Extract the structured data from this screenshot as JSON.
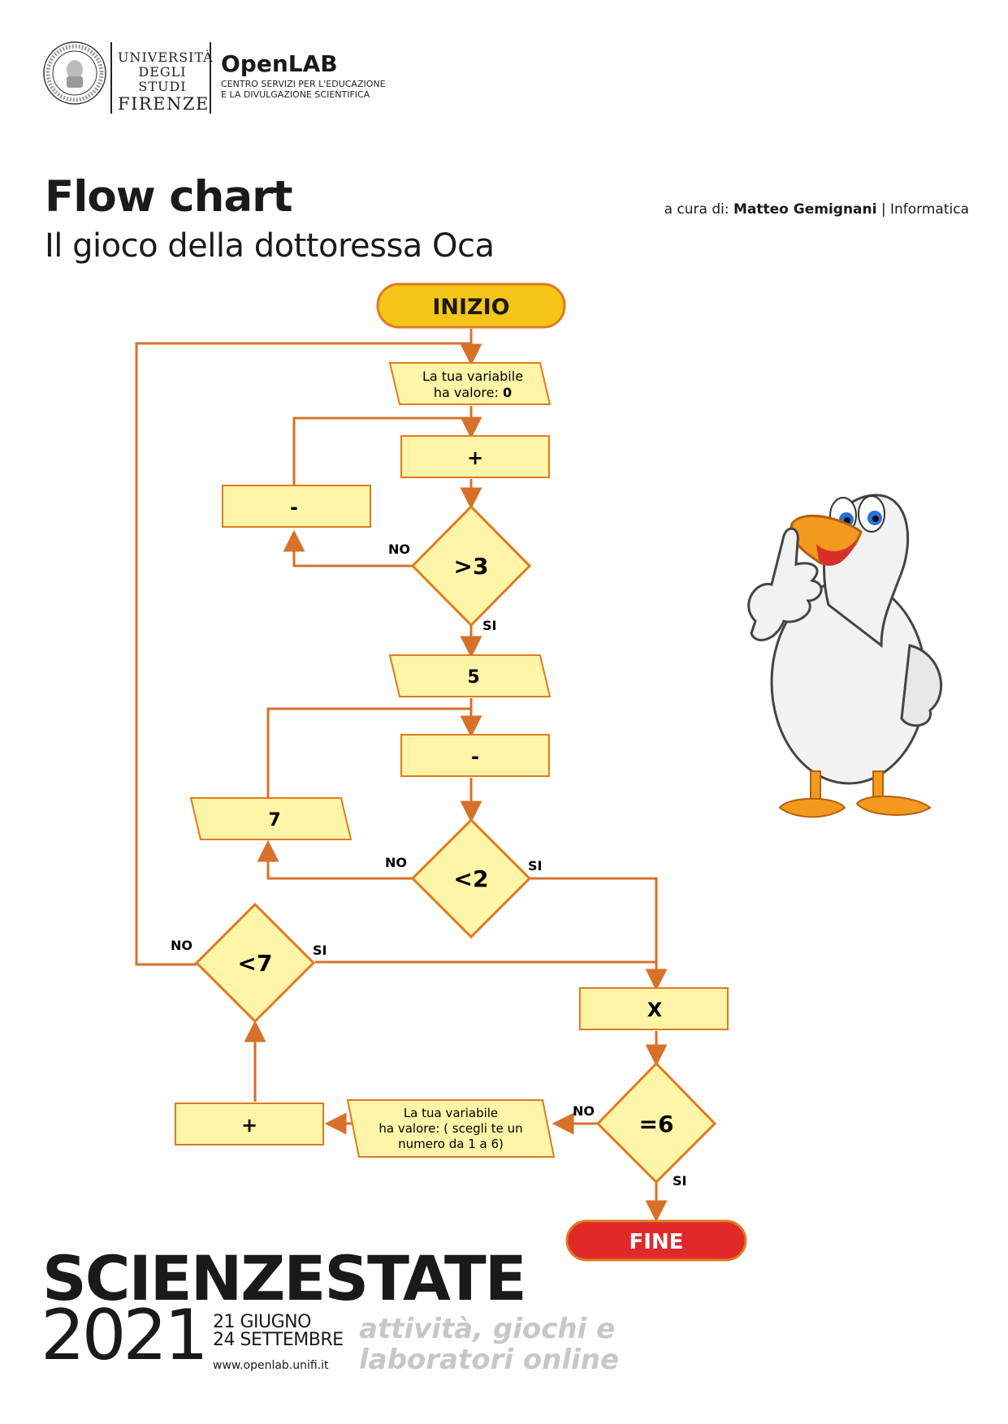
{
  "header": {
    "university": [
      "UNIVERSITÀ",
      "DEGLI STUDI",
      "FIRENZE"
    ],
    "openlab_title": "OpenLAB",
    "openlab_sub1": "CENTRO SERVIZI PER L'EDUCAZIONE",
    "openlab_sub2": "E LA DIVULGAZIONE SCIENTIFICA"
  },
  "title": "Flow chart",
  "subtitle": "Il gioco della dottoressa Oca",
  "credit": {
    "prefix": "a cura di:",
    "author": "Matteo Gemignani",
    "separator": "|",
    "field": "Informatica"
  },
  "flow": {
    "start": "INIZIO",
    "input1_line1": "La tua variabile",
    "input1_line2": "ha valore:",
    "input1_value": "0",
    "plus1": "+",
    "minus1": "-",
    "dec1": ">3",
    "no1": "NO",
    "si1": "SI",
    "val5": "5",
    "minus2": "-",
    "val7": "7",
    "dec2": "<2",
    "no2": "NO",
    "si2": "SI",
    "dec3": "<7",
    "no3": "NO",
    "si3": "SI",
    "times": "X",
    "dec4": "=6",
    "no4": "NO",
    "si4": "SI",
    "input2_line1": "La tua variabile",
    "input2_line2": "ha valore: ( scegli te un",
    "input2_line3": "numero da 1 a 6)",
    "plus2": "+",
    "end": "FINE"
  },
  "footer": {
    "event": "SCIENZESTATE",
    "year": "2021",
    "date1": "21 GIUGNO",
    "date2": "24 SETTEMBRE",
    "url": "www.openlab.unifi.it",
    "tagline1": "attività, giochi e",
    "tagline2": "laboratori online"
  },
  "colors": {
    "box_fill": "#fff5a8",
    "box_stroke": "#e07a1e",
    "line": "#d8702a",
    "start_fill": "#f5c518",
    "end_fill": "#e02a2a",
    "tagline": "#c7c7c7"
  }
}
